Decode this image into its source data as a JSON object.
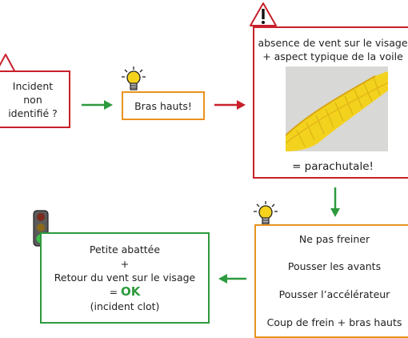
{
  "incident": {
    "line1": "Incident",
    "line2": "non",
    "line3": "identifié ?"
  },
  "bras": {
    "label": "Bras hauts!"
  },
  "observation": {
    "line1": "absence de vent sur le visage",
    "line2": "+ aspect typique de la voile",
    "conclusion": "= parachutale!"
  },
  "actions": {
    "items": [
      "Ne pas freiner",
      "Pousser les avants",
      "Pousser l’accélérateur",
      "Coup de frein + bras hauts"
    ]
  },
  "resolution": {
    "line1": "Petite abattée",
    "line2": "+",
    "line3": "Retour du vent sur le visage",
    "ok_prefix": "= ",
    "ok_label": "OK",
    "line5": "(incident clot)"
  },
  "colors": {
    "red": "#c8202a",
    "orange": "#e8931e",
    "green": "#2e9a3e",
    "bulb": "#f5d21c"
  }
}
